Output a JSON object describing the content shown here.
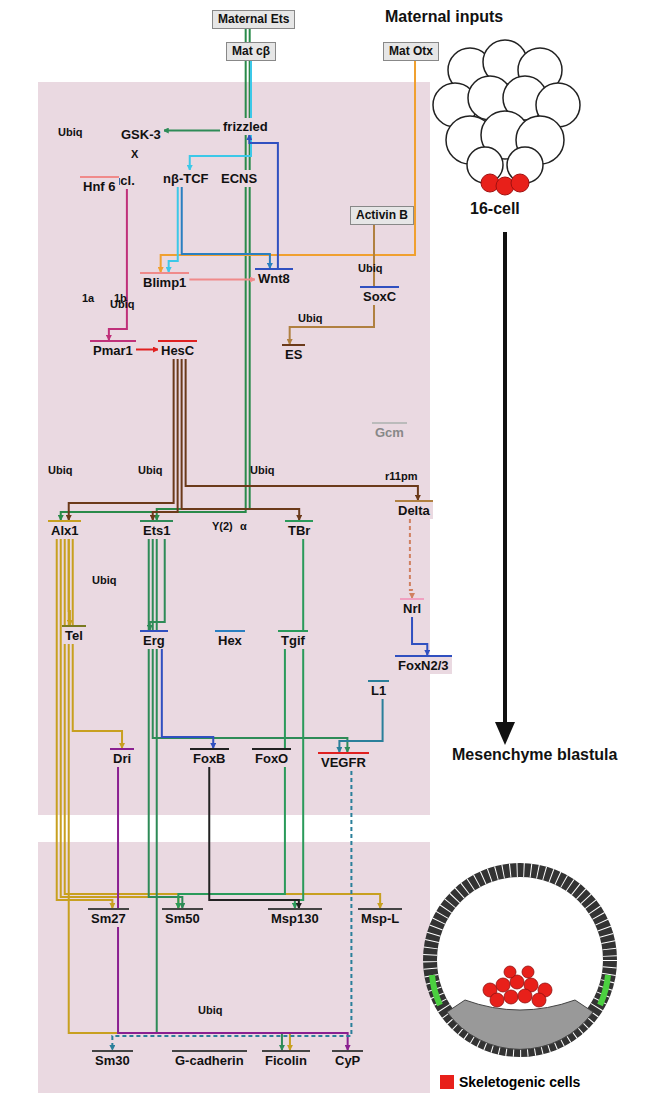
{
  "diagram": {
    "nodes": [
      {
        "text": [
          "Maternal Ets"
        ]
      },
      {
        "text": [
          "Mat cβ"
        ]
      },
      {
        "text": [
          "Mat Otx"
        ]
      },
      {
        "text": [
          "Activin B"
        ]
      },
      {
        "text": [
          "GSK-3"
        ]
      },
      {
        "text": [
          "frizzled"
        ]
      },
      {
        "text": [
          "Nucl."
        ]
      },
      {
        "text": [
          "nβ-TCF"
        ]
      },
      {
        "text": [
          "ECNS"
        ]
      },
      {
        "text": [
          "Hnf 6"
        ]
      },
      {
        "text": [
          "Blimp1"
        ]
      },
      {
        "text": [
          "Wnt8"
        ]
      },
      {
        "text": [
          "SoxC"
        ]
      },
      {
        "text": [
          "Pmar1"
        ]
      },
      {
        "text": [
          "HesC"
        ]
      },
      {
        "text": [
          "ES"
        ]
      },
      {
        "text": [
          "Gcm"
        ]
      },
      {
        "text": [
          "Alx1"
        ]
      },
      {
        "text": [
          "Ets1"
        ]
      },
      {
        "text": [
          "TBr"
        ]
      },
      {
        "text": [
          "Delta"
        ]
      },
      {
        "text": [
          "Nrl"
        ]
      },
      {
        "text": [
          "FoxN2/3"
        ]
      },
      {
        "text": [
          "Tel"
        ]
      },
      {
        "text": [
          "Erg"
        ]
      },
      {
        "text": [
          "Hex"
        ]
      },
      {
        "text": [
          "Tgif"
        ]
      },
      {
        "text": [
          "Dri"
        ]
      },
      {
        "text": [
          "FoxB"
        ]
      },
      {
        "text": [
          "FoxO"
        ]
      },
      {
        "text": [
          "VEGFR"
        ]
      },
      {
        "text": [
          "L1"
        ]
      },
      {
        "text": [
          "Sm27"
        ]
      },
      {
        "text": [
          "Sm50"
        ]
      },
      {
        "text": [
          "Msp130"
        ]
      },
      {
        "text": [
          "Msp-L"
        ]
      },
      {
        "text": [
          "Sm30"
        ]
      },
      {
        "text": [
          "G-cadherin"
        ]
      },
      {
        "text": [
          "Ficolin"
        ]
      },
      {
        "text": [
          "CyP"
        ]
      }
    ],
    "edges": [
      {
        "from": 0,
        "to": 17,
        "arrow": "to"
      },
      {
        "from": 0,
        "to": 18,
        "arrow": "to"
      },
      {
        "from": 1,
        "to": 7,
        "arrow": "to"
      },
      {
        "from": 2,
        "to": 10,
        "arrow": "to"
      },
      {
        "from": 5,
        "to": 4,
        "arrow": "to"
      },
      {
        "from": 7,
        "to": 10,
        "arrow": "to"
      },
      {
        "from": 7,
        "to": 11,
        "arrow": "to"
      },
      {
        "from": 10,
        "to": 11,
        "arrow": "to"
      },
      {
        "from": 11,
        "to": 5,
        "arrow": "to"
      },
      {
        "from": 6,
        "to": 13,
        "arrow": "to"
      },
      {
        "from": 13,
        "to": 14,
        "arrow": "to"
      },
      {
        "from": 14,
        "to": 17,
        "arrow": "to"
      },
      {
        "from": 14,
        "to": 18,
        "arrow": "to"
      },
      {
        "from": 14,
        "to": 19,
        "arrow": "to"
      },
      {
        "from": 14,
        "to": 20,
        "arrow": "to"
      },
      {
        "from": 3,
        "to": 15,
        "arrow": "to"
      },
      {
        "from": 20,
        "to": 21,
        "arrow": "to"
      },
      {
        "from": 21,
        "to": 22,
        "arrow": "to"
      },
      {
        "from": 17,
        "to": 23,
        "arrow": "to"
      },
      {
        "from": 17,
        "to": 27,
        "arrow": "to"
      },
      {
        "from": 17,
        "to": 32,
        "arrow": "to"
      },
      {
        "from": 17,
        "to": 33,
        "arrow": "to"
      },
      {
        "from": 17,
        "to": 35,
        "arrow": "to"
      },
      {
        "from": 17,
        "to": 38,
        "arrow": "to"
      },
      {
        "from": 18,
        "to": 24,
        "arrow": "to"
      },
      {
        "from": 18,
        "to": 33,
        "arrow": "to"
      },
      {
        "from": 18,
        "to": 30,
        "arrow": "to"
      },
      {
        "from": 18,
        "to": 38,
        "arrow": "to"
      },
      {
        "from": 19,
        "to": 34,
        "arrow": "to"
      },
      {
        "from": 24,
        "to": 28,
        "arrow": "to"
      },
      {
        "from": 26,
        "to": 33,
        "arrow": "to"
      },
      {
        "from": 27,
        "to": 39,
        "arrow": "to"
      },
      {
        "from": 28,
        "to": 34,
        "arrow": "to"
      },
      {
        "from": 31,
        "to": 30,
        "arrow": "to"
      },
      {
        "from": 30,
        "to": 36,
        "arrow": "to"
      }
    ],
    "labels": [
      "Maternal inputs",
      "X",
      "1a",
      "1b",
      "Ubiq",
      "Ubiq",
      "Ubiq",
      "Ubiq",
      "Ubiq",
      "Ubiq",
      "Ubiq",
      "Ubiq",
      "Ubiq",
      "Y(2)",
      "α",
      "r11pm",
      "16-cell",
      "Mesenchyme blastula"
    ],
    "legend": [
      {
        "text": "Skeletogenic cells",
        "color": "#e8201a"
      }
    ]
  }
}
